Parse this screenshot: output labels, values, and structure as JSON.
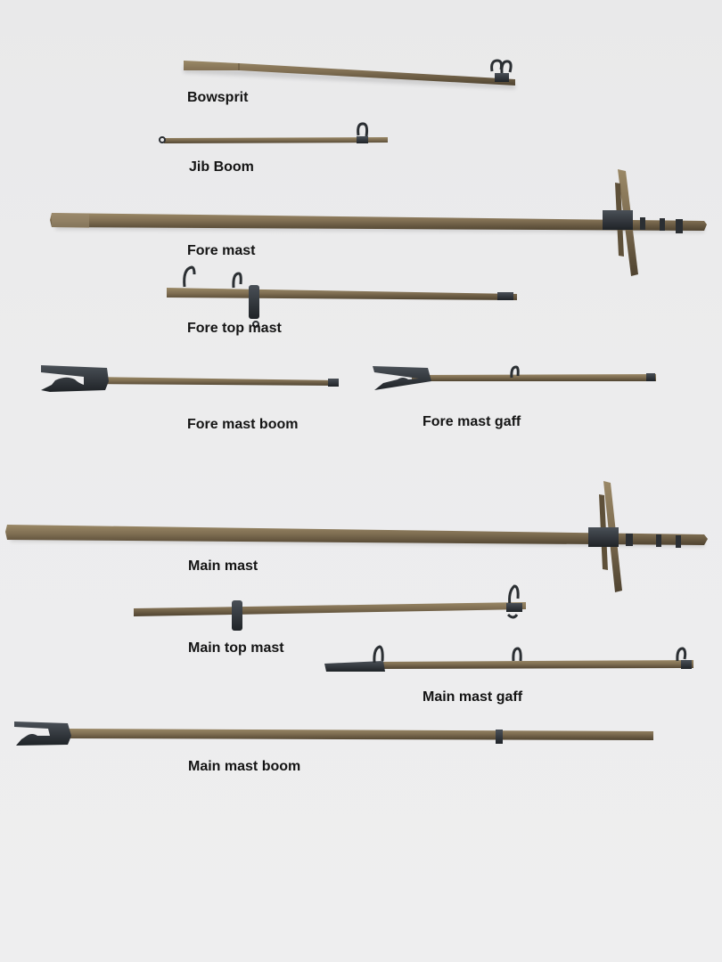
{
  "photo": {
    "background": "#ebebec",
    "wood_color": "#7f6e52",
    "wood_dark": "#5e5039",
    "fitting_color": "#2b2f33"
  },
  "labels": {
    "bowsprit": "Bowsprit",
    "jib_boom": "Jib Boom",
    "fore_mast": "Fore mast",
    "fore_top_mast": "Fore top mast",
    "fore_mast_boom": "Fore mast boom",
    "fore_mast_gaff": "Fore mast gaff",
    "main_mast": "Main mast",
    "main_top_mast": "Main top mast",
    "main_mast_gaff": "Main mast gaff",
    "main_mast_boom": "Main mast boom"
  }
}
